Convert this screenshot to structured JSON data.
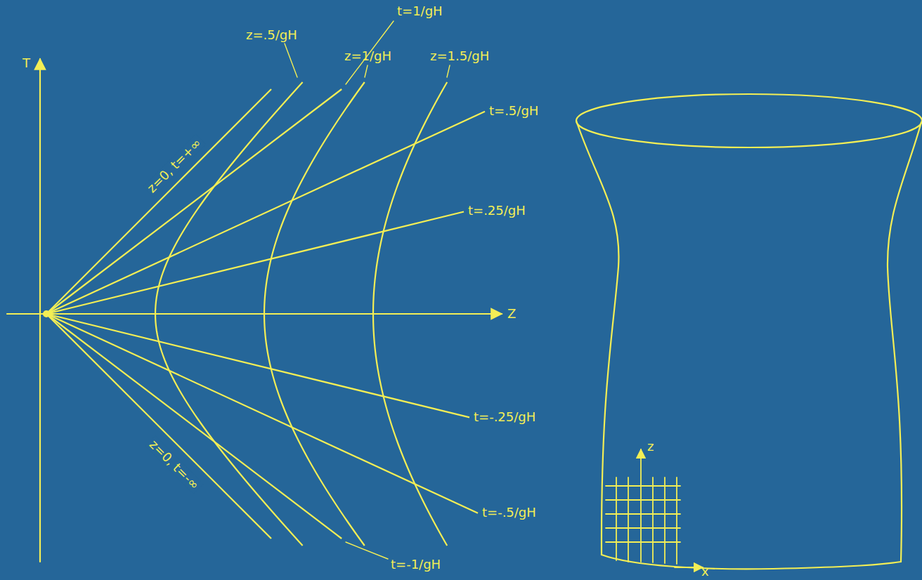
{
  "diagram": {
    "labels": [
      "T",
      "Z",
      "t=1/gH",
      "z=.5/gH",
      "z=1/gH",
      "z=1.5/gH",
      "t=.5/gH",
      "t=.25/gH",
      "t=-.25/gH",
      "t=-.5/gH",
      "t=-1/gH",
      "z=0, t=+∞",
      "z=0, t=-∞",
      "z",
      "x"
    ]
  }
}
